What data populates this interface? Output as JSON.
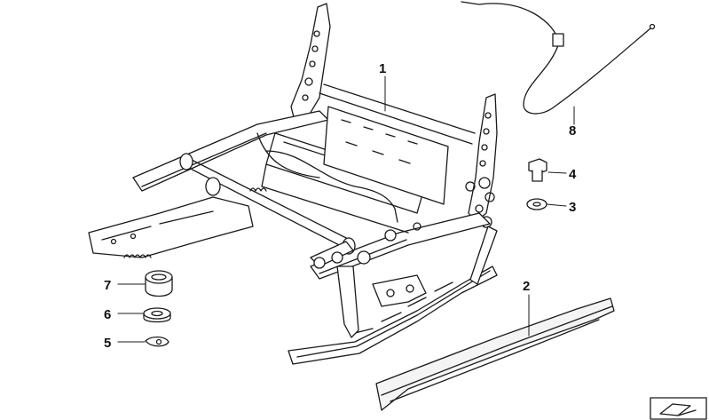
{
  "diagram": {
    "callouts": [
      {
        "id": "1",
        "label": "1"
      },
      {
        "id": "2",
        "label": "2"
      },
      {
        "id": "3",
        "label": "3"
      },
      {
        "id": "4",
        "label": "4"
      },
      {
        "id": "5",
        "label": "5"
      },
      {
        "id": "6",
        "label": "6"
      },
      {
        "id": "7",
        "label": "7"
      },
      {
        "id": "8",
        "label": "8"
      }
    ],
    "parts": [
      {
        "callout": "1",
        "name": "seat-frame"
      },
      {
        "callout": "2",
        "name": "rail-cover"
      },
      {
        "callout": "3",
        "name": "washer"
      },
      {
        "callout": "4",
        "name": "bolt"
      },
      {
        "callout": "5",
        "name": "clip"
      },
      {
        "callout": "6",
        "name": "flat-bushing"
      },
      {
        "callout": "7",
        "name": "rubber-buffer"
      },
      {
        "callout": "8",
        "name": "bowden-cable"
      }
    ]
  },
  "colors": {
    "line": "#1a1a1a",
    "fill": "#ffffff",
    "cover_fill": "#f4f4f4",
    "shade": "#cfcfcf"
  }
}
